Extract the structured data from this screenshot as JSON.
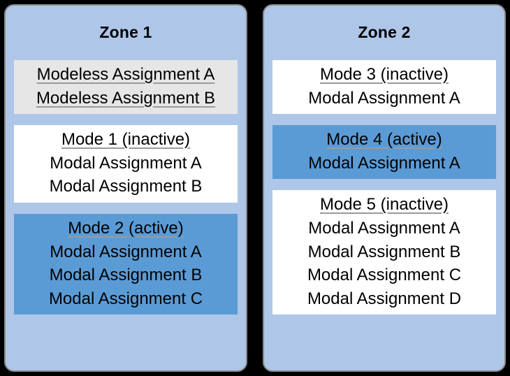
{
  "background_color": "#000000",
  "colors": {
    "zone_background": "#aec6e8",
    "zone_border": "#8a8a8a",
    "modeless_group": "#e6e6e6",
    "inactive_mode": "#ffffff",
    "active_mode": "#5b9bd5",
    "underline": "#9a9a9a",
    "text": "#000000"
  },
  "zones": [
    {
      "title": "Zone 1",
      "groups": [
        {
          "kind": "modeless",
          "header": null,
          "rows": [
            "Modeless Assignment A",
            "Modeless Assignment B"
          ]
        },
        {
          "kind": "inactive",
          "header": "Mode 1 (inactive)",
          "rows": [
            "Modal Assignment A",
            "Modal Assignment B"
          ]
        },
        {
          "kind": "active",
          "header": "Mode 2 (active)",
          "rows": [
            "Modal Assignment A",
            "Modal Assignment B",
            "Modal Assignment C"
          ]
        }
      ]
    },
    {
      "title": "Zone 2",
      "groups": [
        {
          "kind": "inactive",
          "header": "Mode 3 (inactive)",
          "rows": [
            "Modal Assignment A"
          ]
        },
        {
          "kind": "active",
          "header": "Mode 4 (active)",
          "rows": [
            "Modal Assignment A"
          ]
        },
        {
          "kind": "inactive",
          "header": "Mode 5 (inactive)",
          "rows": [
            "Modal Assignment A",
            "Modal Assignment B",
            "Modal Assignment C",
            "Modal Assignment D"
          ]
        }
      ]
    }
  ]
}
